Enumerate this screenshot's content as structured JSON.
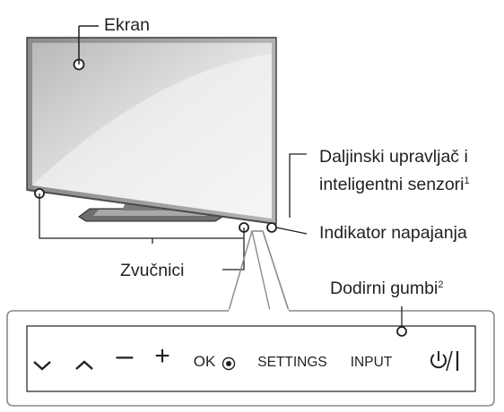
{
  "labels": {
    "screen": "Ekran",
    "remote_sensor_line1": "Daljinski upravljač i",
    "remote_sensor_line2": "inteligentni senzori",
    "remote_sensor_note": "1",
    "power_indicator": "Indikator napajanja",
    "speakers": "Zvučnici",
    "touch_buttons": "Dodirni gumbi",
    "touch_buttons_note": "2"
  },
  "buttons": [
    {
      "name": "down-button",
      "label": "⌄"
    },
    {
      "name": "up-button",
      "label": "⌃"
    },
    {
      "name": "minus-button",
      "label": "–"
    },
    {
      "name": "plus-button",
      "label": "+"
    },
    {
      "name": "ok-button",
      "label": "OK"
    },
    {
      "name": "settings-button",
      "label": "SETTINGS"
    },
    {
      "name": "input-button",
      "label": "INPUT"
    },
    {
      "name": "power-button",
      "label": "⏻/|"
    }
  ],
  "colors": {
    "line": "#231f20",
    "callout_outline": "#8a8a8a",
    "screen_gradient_start": "#bdbdbd",
    "screen_gradient_end": "#f2f2f2"
  }
}
